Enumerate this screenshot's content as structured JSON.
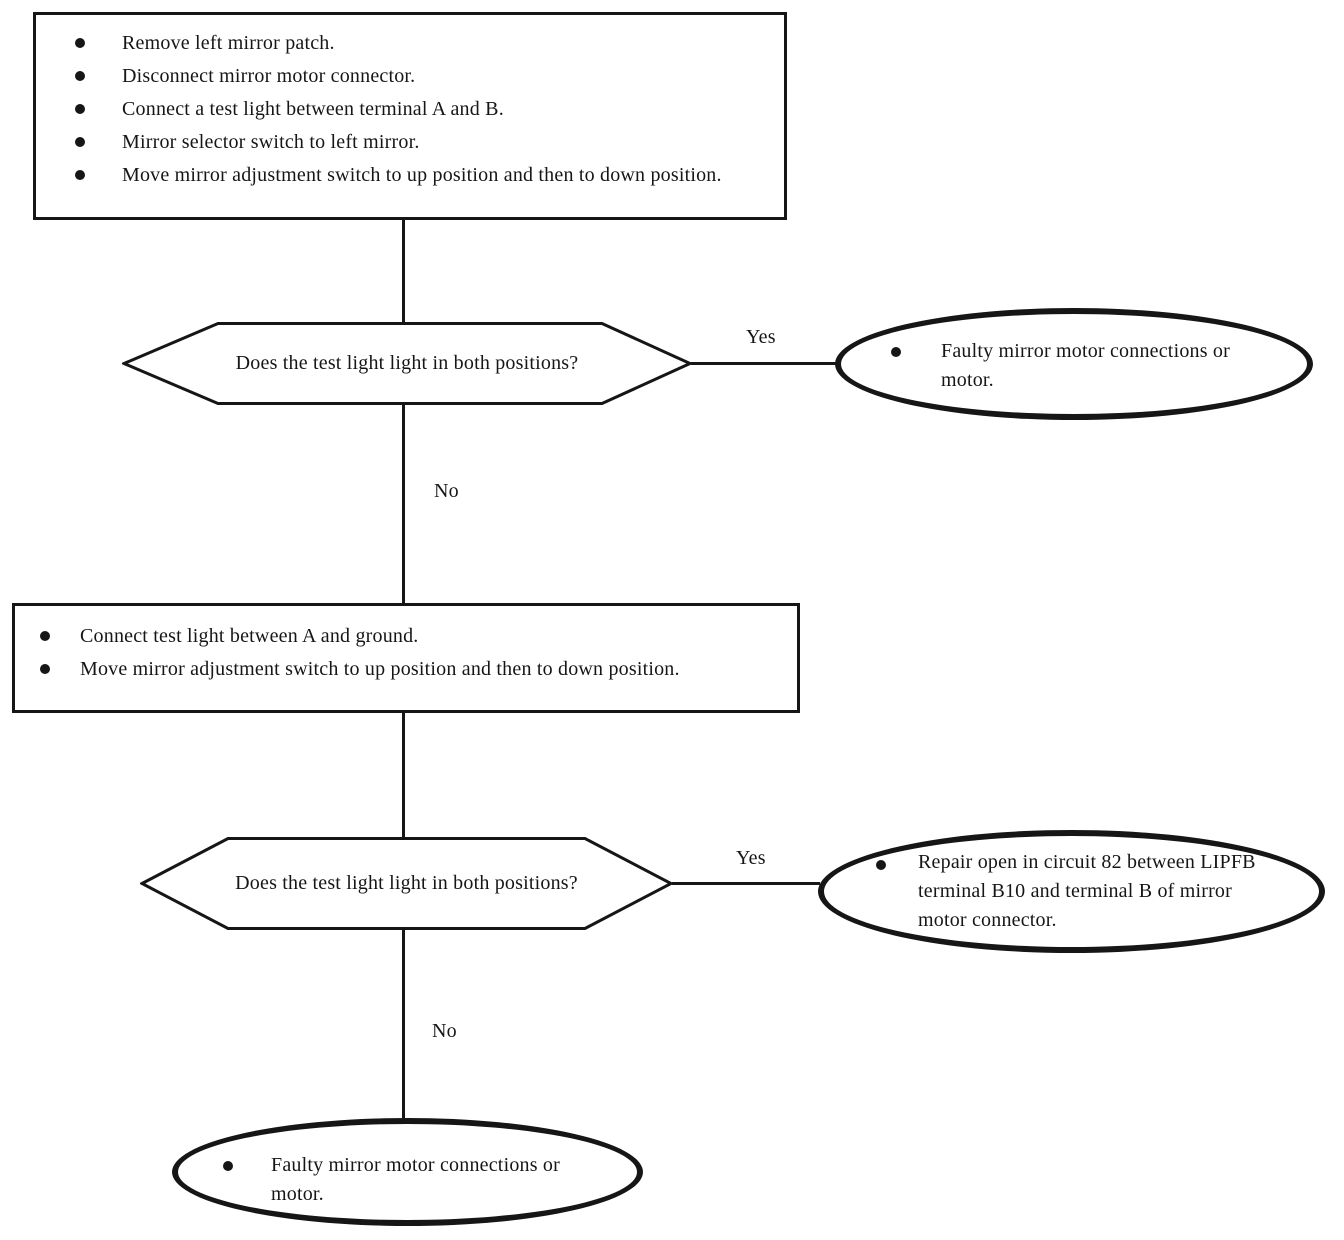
{
  "colors": {
    "ink": "#161616",
    "background": "#ffffff"
  },
  "diagram": {
    "step1": {
      "items": [
        "Remove left mirror patch.",
        "Disconnect mirror motor connector.",
        "Connect a test light between terminal A and B.",
        "Mirror selector switch to left mirror.",
        "Move mirror adjustment switch to up position and then to down position."
      ]
    },
    "decision1": {
      "question": "Does the test light light in both positions?",
      "yes_label": "Yes",
      "no_label": "No"
    },
    "result1": {
      "text": "Faulty mirror motor connections or motor."
    },
    "step2": {
      "items": [
        "Connect test light between A and ground.",
        "Move mirror adjustment switch to up position and then to down position."
      ]
    },
    "decision2": {
      "question": "Does the test light light in both positions?",
      "yes_label": "Yes",
      "no_label": "No"
    },
    "result2": {
      "text": "Repair open in circuit 82 between LIPFB terminal B10 and terminal B of mirror motor connector."
    },
    "result3": {
      "text": "Faulty mirror motor connections or motor."
    }
  }
}
